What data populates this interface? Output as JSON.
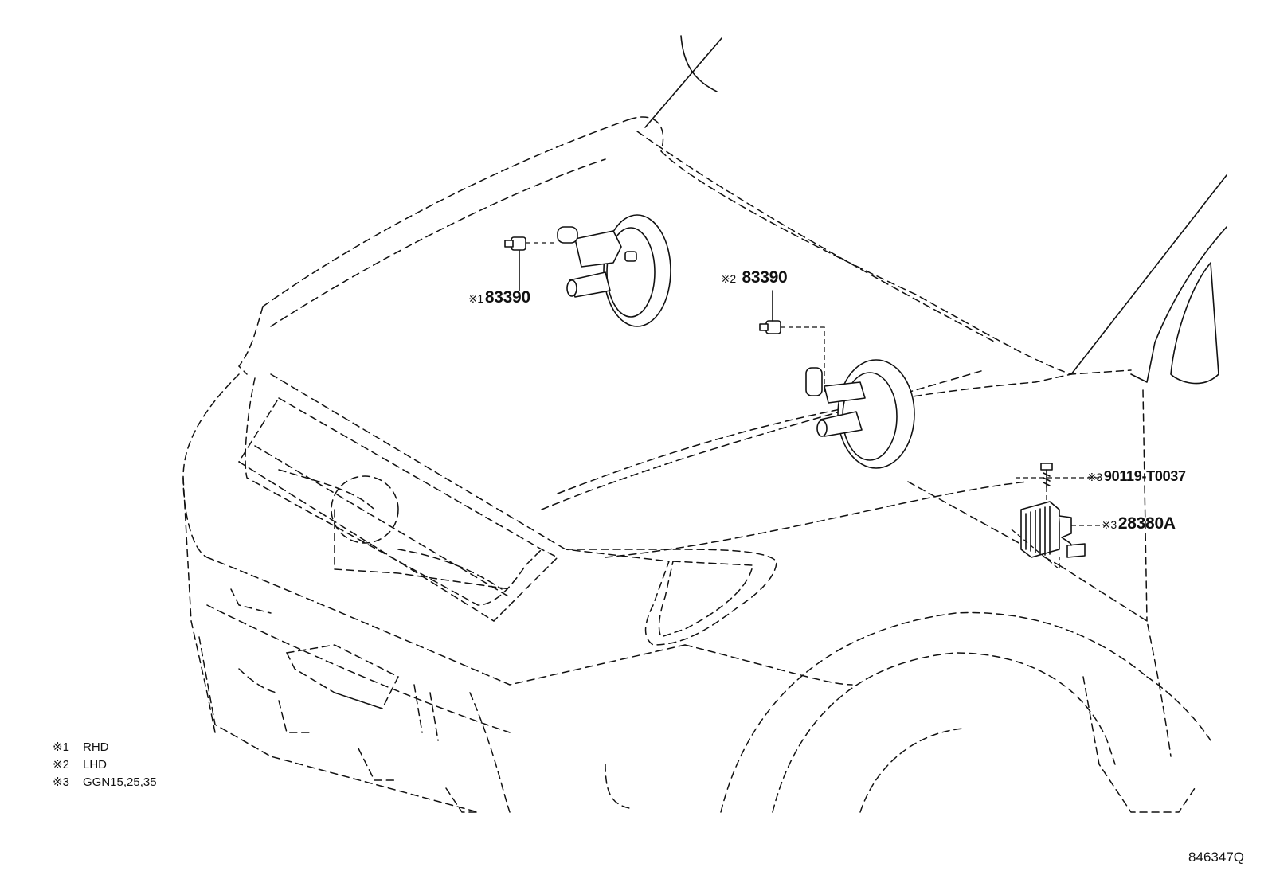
{
  "callouts": {
    "part_1": {
      "mark": "※1",
      "number": "83390"
    },
    "part_2": {
      "mark": "※2",
      "number": "83390"
    },
    "part_3": {
      "mark": "※3",
      "number": "90119-T0037"
    },
    "part_4": {
      "mark": "※3",
      "number": "28380A"
    }
  },
  "legend": [
    {
      "mark": "※1",
      "text": "RHD"
    },
    {
      "mark": "※2",
      "text": "LHD"
    },
    {
      "mark": "※3",
      "text": "GGN15,25,35"
    }
  ],
  "figure_number": "846347Q"
}
